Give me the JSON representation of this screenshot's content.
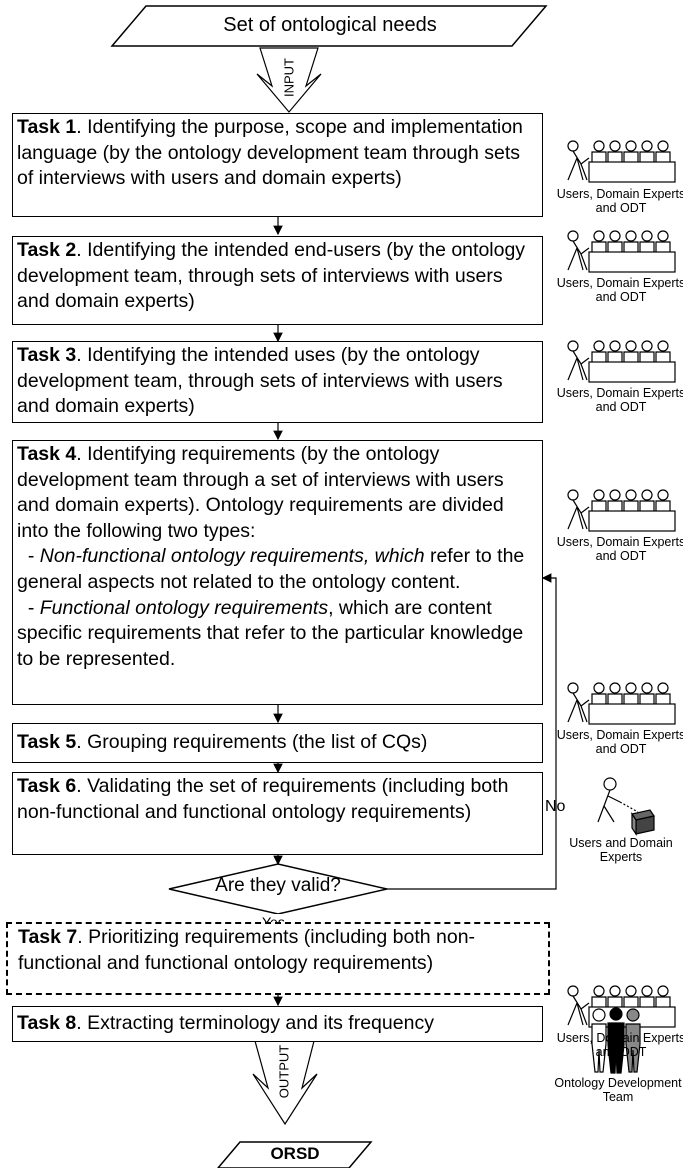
{
  "input_label": "Set of ontological needs",
  "input_arrow_text": "INPUT",
  "output_arrow_text": "OUTPUT",
  "output_label": "ORSD",
  "decision": {
    "question": "Are they valid?",
    "yes": "Yes",
    "no": "No"
  },
  "tasks": [
    {
      "num": "Task 1",
      "text": ". Identifying the purpose, scope and implementation language (by the ontology development team through sets of interviews with users and domain experts)"
    },
    {
      "num": "Task 2",
      "text": ". Identifying the intended end-users (by the ontology development team, through sets of interviews with users and domain experts)"
    },
    {
      "num": "Task 3",
      "text": ". Identifying the intended uses (by the ontology development team, through sets of interviews with users and domain experts)"
    },
    {
      "num": "Task 4",
      "text": ". Identifying requirements (by the ontology development team through a set of interviews with users and domain experts). Ontology requirements are divided into the following two types:",
      "bullet1_italic": "Non-functional ontology requirements, which",
      "bullet1_rest": " refer to the general aspects not related to the ontology content.",
      "bullet2_italic": "Functional ontology requirements",
      "bullet2_rest": ", which are content specific requirements that refer to the particular knowledge to be represented."
    },
    {
      "num": "Task 5",
      "text": ". Grouping requirements (the list of CQs)"
    },
    {
      "num": "Task 6",
      "text": ". Validating the set of requirements (including both non-functional and functional ontology requirements)"
    },
    {
      "num": "Task 7",
      "text": ". Prioritizing requirements (including both non-functional and functional ontology requirements)"
    },
    {
      "num": "Task 8",
      "text": ". Extracting terminology and its frequency"
    }
  ],
  "actors": {
    "a1": "Users, Domain Experts and ODT",
    "a2": "Users, Domain Experts and ODT",
    "a3": "Users, Domain Experts and ODT",
    "a4": "Users, Domain Experts and ODT",
    "a5": "Users, Domain Experts and ODT",
    "a6": "Users and Domain Experts",
    "a7": "Users, Domain Experts and ODT",
    "a8": "Ontology Development Team"
  }
}
